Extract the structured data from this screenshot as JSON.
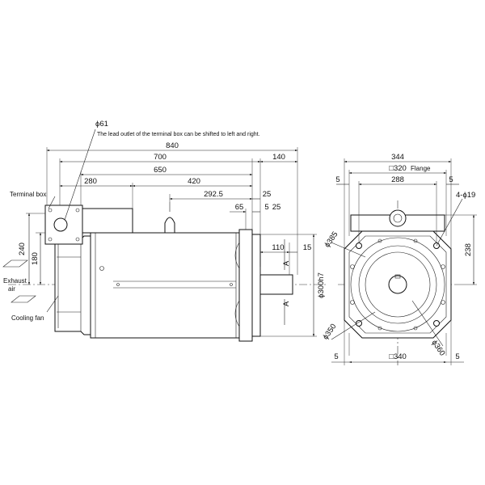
{
  "side_view": {
    "dims": {
      "overall": "840",
      "body": "700",
      "shaft_ext": "140",
      "to_flange": "650",
      "tb_offset": "280",
      "lift_pos": "420",
      "mid_pos": "292.5",
      "d25a": "25",
      "d65": "65",
      "d5": "5",
      "d25b": "25",
      "shaft_len": "110",
      "d15": "15",
      "tb_h240": "240",
      "tb_h180": "180",
      "shaft_dia": "ϕ300h7"
    },
    "hole_dia": "ϕ61",
    "lead_note": "The lead outlet of the terminal box can be shifted to left and right.",
    "labels": {
      "terminal_box": "Terminal box",
      "exhaust_1": "Exhaust",
      "exhaust_2": "air",
      "cooling_fan": "Cooling fan"
    },
    "section_mark": "A"
  },
  "end_view": {
    "dims": {
      "width": "344",
      "flange": "□320",
      "flange_label": "Flange",
      "inner": "288",
      "edge5_tl": "5",
      "edge5_tr": "5",
      "holes": "4-ϕ19",
      "height": "238",
      "d385": "ϕ385",
      "d350": "ϕ350",
      "d360": "ϕ360",
      "base": "□340",
      "edge5_bl": "5",
      "edge5_br": "5"
    }
  }
}
